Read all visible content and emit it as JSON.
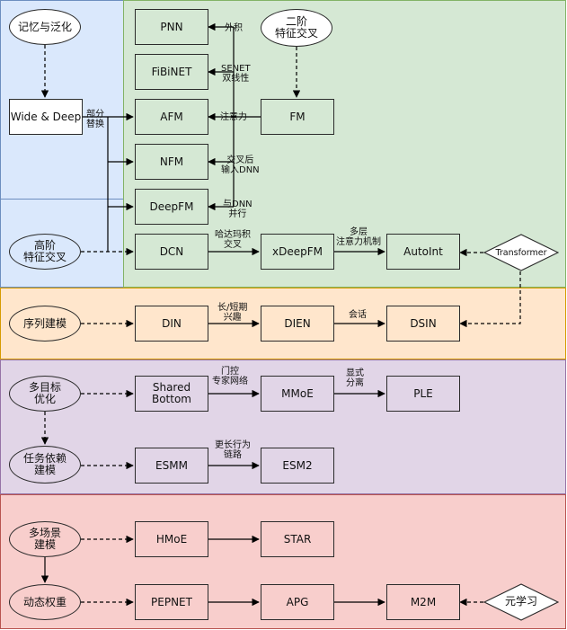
{
  "colors": {
    "blue_fill": "#dae8fc",
    "blue_border": "#6c8ebf",
    "green_fill": "#d5e8d4",
    "green_border": "#82b366",
    "orange_fill": "#ffe6cc",
    "orange_border": "#d79b00",
    "purple_fill": "#e1d5e7",
    "purple_border": "#9673a6",
    "red_fill": "#f8cecc",
    "red_border": "#b85450"
  },
  "nodes": {
    "memory": "记忆与泛化",
    "wide_deep": "Wide & Deep",
    "high_order": "高阶\n特征交叉",
    "second_order": "二阶\n特征交叉",
    "pnn": "PNN",
    "fibinet": "FiBiNET",
    "afm": "AFM",
    "nfm": "NFM",
    "deepfm": "DeepFM",
    "dcn": "DCN",
    "fm": "FM",
    "xdeepfm": "xDeepFM",
    "autoint": "AutoInt",
    "transformer": "Transformer",
    "seq_model": "序列建模",
    "din": "DIN",
    "dien": "DIEN",
    "dsin": "DSIN",
    "multi_task": "多目标\n优化",
    "shared_bottom": "Shared\nBottom",
    "mmoe": "MMoE",
    "ple": "PLE",
    "task_dep": "任务依赖\n建模",
    "esmm": "ESMM",
    "esm2": "ESM2",
    "multi_scene": "多场景\n建模",
    "hmoe": "HMoE",
    "star": "STAR",
    "dynamic_weight": "动态权重",
    "pepnet": "PEPNET",
    "apg": "APG",
    "m2m": "M2M",
    "meta_learning": "元学习"
  },
  "edge_labels": {
    "outer_product": "外积",
    "senet": "SENET\n双线性",
    "attention": "注意力",
    "partial_replace": "部分\n替换",
    "cross_dnn": "交叉后\n输入DNN",
    "parallel_dnn": "与DNN\n并行",
    "hadamard": "哈达玛积\n交叉",
    "multi_attention": "多层\n注意力机制",
    "long_short": "长/短期\n兴趣",
    "session": "会话",
    "gated_expert": "门控\n专家网络",
    "explicit_sep": "显式\n分离",
    "longer_path": "更长行为\n链路"
  }
}
